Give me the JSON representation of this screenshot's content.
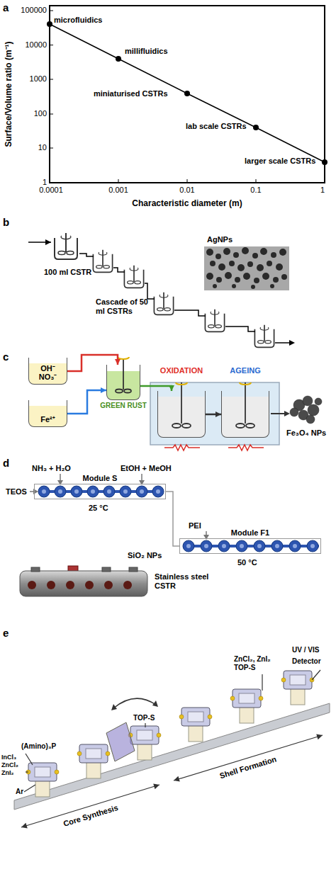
{
  "diagram": {
    "nodes": [
      {
        "text": [
          "OH⁻ NO₃⁻"
        ]
      },
      {
        "text": [
          "Fe²⁺"
        ]
      },
      {
        "text": [
          "GREEN RUST"
        ]
      },
      {
        "text": [
          "OXIDATION"
        ]
      },
      {
        "text": [
          "AGEING"
        ]
      },
      {
        "text": [
          "Module S"
        ]
      },
      {
        "text": [
          "Module F1"
        ]
      }
    ],
    "edges": [
      {
        "from": 0,
        "to": 2,
        "arrow": "to"
      },
      {
        "from": 1,
        "to": 2,
        "arrow": "to"
      },
      {
        "from": 2,
        "to": 3,
        "arrow": "to"
      },
      {
        "from": 3,
        "to": 4,
        "arrow": "to"
      },
      {
        "from": 5,
        "to": 6,
        "arrow": "none"
      }
    ],
    "labels": [
      "a",
      "Surface/Volume ratio (m⁻¹)",
      "100000",
      "10000",
      "1000",
      "100",
      "10",
      "1",
      "0.0001",
      "0.001",
      "0.01",
      "0.1",
      "1",
      "Characteristic diameter (m)",
      "microfluidics",
      "millifluidics",
      "miniaturised CSTRs",
      "lab scale CSTRs",
      "larger scale CSTRs",
      "b",
      "100 ml CSTR",
      "Cascade of 50 ml CSTRs",
      "AgNPs",
      "c",
      "Fe₃O₄ NPs",
      "d",
      "NH₃ + H₂O",
      "EtOH + MeOH",
      "TEOS",
      "25 °C",
      "PEI",
      "50 °C",
      "SiO₂ NPs",
      "Stainless steel CSTR",
      "e",
      "(Amino)₃P",
      "InCl₃ ZnCl₂ ZnI₂",
      "Ar",
      "TOP-S",
      "ZnCl₂, ZnI₂ TOP-S",
      "UV / VIS",
      "Detector",
      "Core Synthesis",
      "Shell Formation"
    ]
  }
}
